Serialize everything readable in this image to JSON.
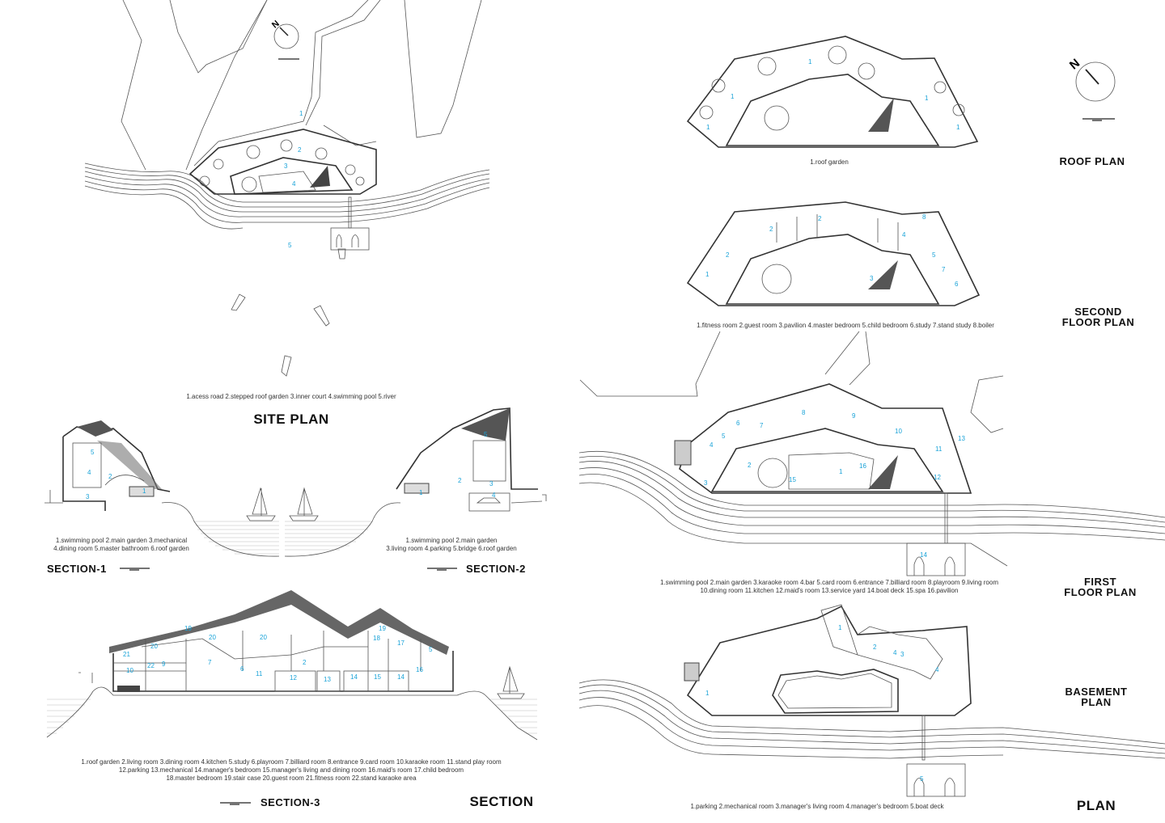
{
  "colors": {
    "label_blue": "#1aa3d8",
    "line": "#555555",
    "title": "#111111"
  },
  "site_plan": {
    "title": "SITE PLAN",
    "caption": "1.acess road 2.stepped roof garden 3.inner court 4.swimming pool 5.river",
    "labels": [
      "1",
      "2",
      "3",
      "4",
      "5"
    ],
    "north": "N",
    "scale": [
      "0",
      "1",
      "3",
      "5m"
    ]
  },
  "section_1": {
    "title": "SECTION-1",
    "caption_line1": "1.swimming pool 2.main garden 3.mechanical",
    "caption_line2": "4.dining room 5.master bathroom 6.roof garden",
    "scale": [
      "0",
      "1",
      "3",
      "5m"
    ]
  },
  "section_2": {
    "title": "SECTION-2",
    "caption_line1": "1.swimming pool 2.main garden",
    "caption_line2": "3.living room 4.parking 5.bridge 6.roof garden",
    "scale": [
      "0",
      "1",
      "3",
      "5m"
    ]
  },
  "section_3": {
    "title": "SECTION-3",
    "caption_line1": "1.roof garden 2.living room 3.dining room 4.kitchen 5.study 6.playroom 7.billiard room 8.entrance 9.card room 10.karaoke room 11.stand play room",
    "caption_line2": "12.parking 13.mechanical 14.manager's bedroom 15.manager's living and dining room 16.maid's room 17.child bedroom",
    "caption_line3": "18.master bedroom 19.stair case 20.guest room 21.fitness room 22.stand karaoke area",
    "scale": [
      "0",
      "1",
      "3",
      "5m"
    ],
    "room_labels": [
      "21",
      "20",
      "19",
      "20",
      "20",
      "19",
      "18",
      "17",
      "10",
      "22",
      "9",
      "7",
      "6",
      "2",
      "11",
      "12",
      "13",
      "14",
      "15",
      "14",
      "16",
      "5"
    ]
  },
  "section_group_title": "SECTION",
  "roof_plan": {
    "title": "ROOF PLAN",
    "caption": "1.roof garden",
    "north": "N",
    "scale": [
      "0",
      "1",
      "3",
      "5m"
    ]
  },
  "second_floor_plan": {
    "title_line1": "SECOND",
    "title_line2": "FLOOR PLAN",
    "caption": "1.fitness room 2.guest room 3.pavilion 4.master bedroom 5.child bedroom 6.study 7.stand study 8.boiler"
  },
  "first_floor_plan": {
    "title_line1": "FIRST",
    "title_line2": "FLOOR PLAN",
    "caption_line1": "1.swimming pool 2.main garden 3.karaoke room 4.bar 5.card room 6.entrance 7.billiard room 8.playroom 9.living room",
    "caption_line2": "10.dining room 11.kitchen 12.maid's room 13.service yard 14.boat deck 15.spa 16.pavilion"
  },
  "basement_plan": {
    "title_line1": "BASEMENT",
    "title_line2": "PLAN",
    "caption": "1.parking 2.mechanical room 3.manager's living room 4.manager's bedroom 5.boat deck"
  },
  "plan_group_title": "PLAN"
}
